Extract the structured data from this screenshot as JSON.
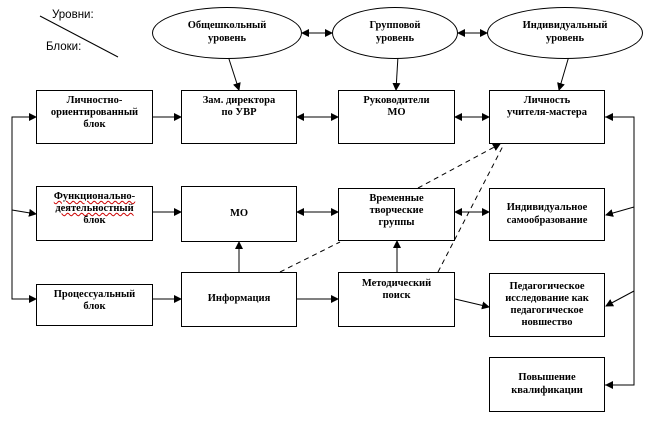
{
  "legend": {
    "levels": "Уровни:",
    "blocks": "Блоки:"
  },
  "levels": {
    "school": "Общешкольный\nуровень",
    "group": "Групповой\nуровень",
    "individual": "Индивидуальный\nуровень"
  },
  "blocks": {
    "personal": "Личностно-\nориентированный\nблок",
    "functional_line1": "Функционально-",
    "functional_line2": "деятельностный",
    "functional_line3": "блок",
    "process": "Процессуальный\nблок"
  },
  "nodes": {
    "deputy": "Зам. директора\nпо УВР",
    "mo_heads": "Руководители\nМО",
    "teacher": "Личность\nучителя-мастера",
    "mo": "МО",
    "temp_groups": "Временные\nтворческие\nгруппы",
    "self_education": "Индивидуальное\nсамообразование",
    "information": "Информация",
    "method_search": "Методический\nпоиск",
    "research": "Педагогическое\nисследование как\nпедагогическое\nновшество",
    "qualification": "Повышение\nквалификации"
  }
}
